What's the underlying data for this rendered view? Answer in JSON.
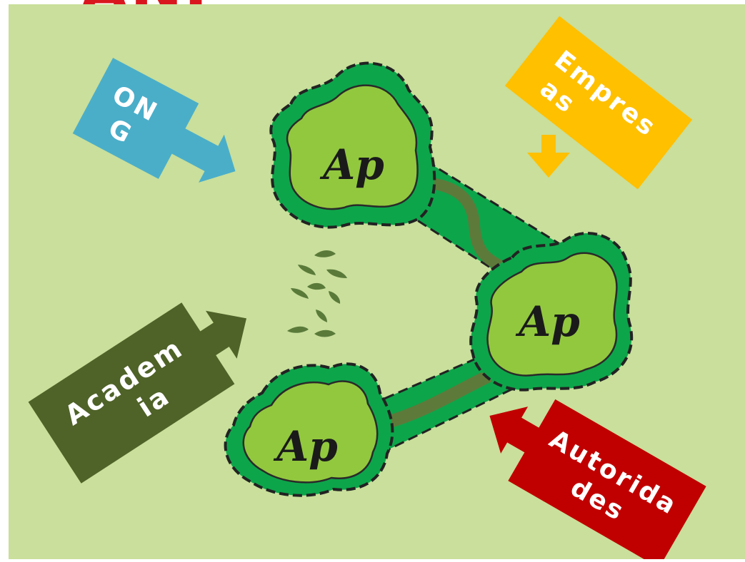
{
  "title_fragment": "ANI",
  "areas": [
    {
      "label": "Ap"
    },
    {
      "label": "Ap"
    },
    {
      "label": "Ap"
    }
  ],
  "actors": {
    "ong": {
      "lines": [
        "ON",
        "G"
      ],
      "color": "#4aaec9"
    },
    "empresas": {
      "lines": [
        "Empres",
        "as"
      ],
      "color": "#ffc000"
    },
    "academia": {
      "lines": [
        "Academ",
        "ia"
      ],
      "color": "#4f6228"
    },
    "autoridades": {
      "lines": [
        "Autorida",
        "des"
      ],
      "color": "#c00000"
    }
  },
  "colors": {
    "background": "#c9df9b",
    "buffer": "#0da54a",
    "core": "#92c83e",
    "corridor_path": "#5e7a3a",
    "seeds": "#5a7a3a"
  }
}
